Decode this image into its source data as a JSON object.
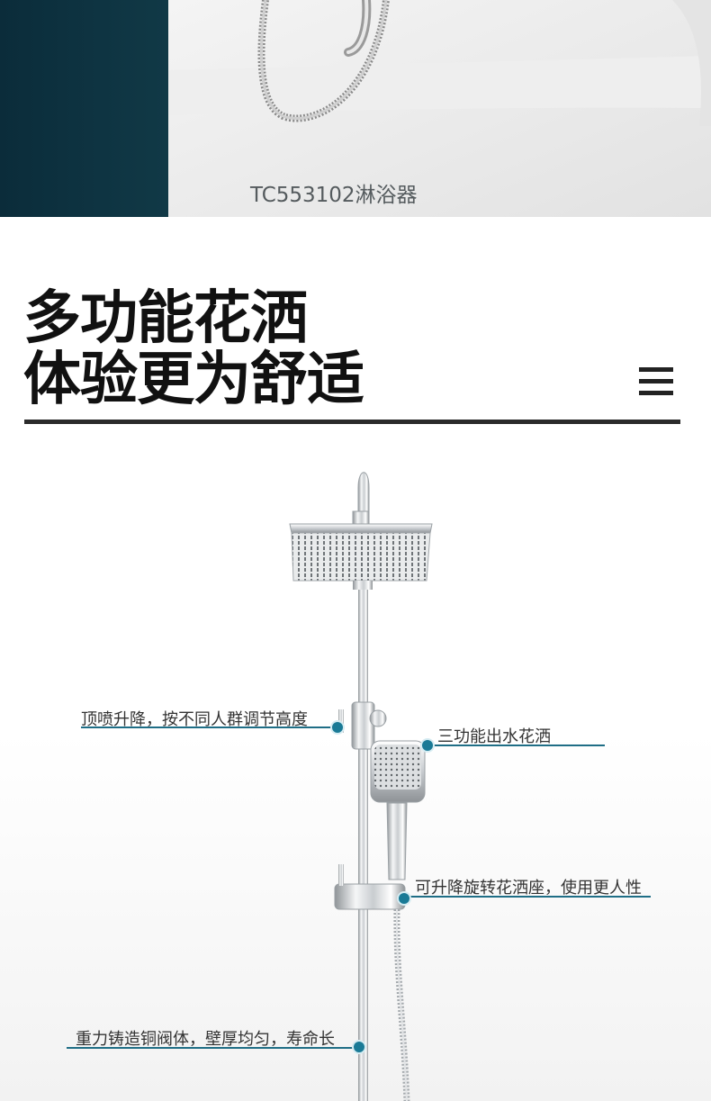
{
  "banner": {
    "model_label": "TC553102淋浴器",
    "dark_panel_color": "#0e3442"
  },
  "headline": {
    "line1": "多功能花洒",
    "line2": "体验更为舒适"
  },
  "menu_icon": "hamburger-menu-icon",
  "callouts": {
    "top_spray": "顶喷升降，按不同人群调节高度",
    "three_function": "三功能出水花洒",
    "rotating_holder": "可升降旋转花洒座，使用更人性",
    "valve_body": "重力铸造铜阀体，壁厚均匀，寿命长"
  },
  "colors": {
    "accent": "#1a7a96",
    "heading": "#111111",
    "rule": "#2b2b2b"
  }
}
